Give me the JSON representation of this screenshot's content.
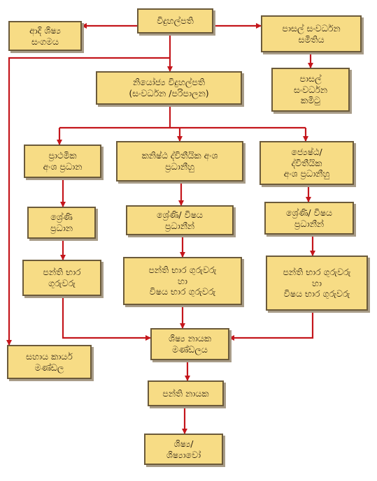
{
  "diagram": {
    "colors": {
      "box_fill": "#f7dc85",
      "box_border": "#6b5a3a",
      "connector": "#c4161c"
    },
    "nodes": {
      "principal": {
        "lines": [
          "විදුහල්පති"
        ]
      },
      "alumni": {
        "lines": [
          "ආදි ශිෂ්‍ය",
          "සංගමය"
        ]
      },
      "school_dev_society": {
        "lines": [
          "පාසල් සංවර්ධන",
          "සමිතිය"
        ]
      },
      "deputy_principal": {
        "lines": [
          "නියෝජ්‍ය විදුහල්පති",
          "(සංවර්ධන /පරිපාලන)"
        ]
      },
      "school_dev_committee": {
        "lines": [
          "පාසල්",
          "සංවර්ධන",
          "කමිටු"
        ]
      },
      "primary_head": {
        "lines": [
          "ප්‍රාථමික",
          "අංශ ප්‍රධාන"
        ]
      },
      "junior_secondary_heads": {
        "lines": [
          "කනිෂ්ඨ ද්විතීයික අංශ",
          "ප්‍රධානීහු"
        ]
      },
      "senior_secondary_heads": {
        "lines": [
          "ජ්‍යෙෂ්ඨ/",
          "ද්විතීයික",
          "අංශ ප්‍රධානීහු"
        ]
      },
      "grade_head": {
        "lines": [
          "ශ්‍රේණි",
          "ප්‍රධාන"
        ]
      },
      "grade_subject_heads_mid": {
        "lines": [
          "ශ්‍රේණි/ විෂය",
          "ප්‍රධානීන්"
        ]
      },
      "grade_subject_heads_right": {
        "lines": [
          "ශ්‍රේණි/ විෂය",
          "ප්‍රධානීන්"
        ]
      },
      "class_teachers": {
        "lines": [
          "පන්ති භාර",
          "ගුරුවරු"
        ]
      },
      "class_subject_teachers_mid": {
        "lines": [
          "පන්ති භාර ගුරුවරු",
          "හා",
          "විෂය භාර ගුරුවරු"
        ]
      },
      "class_subject_teachers_right": {
        "lines": [
          "පන්ති භාර ගුරුවරු",
          "හා",
          "විෂය භාර ගුරුවරු"
        ]
      },
      "prefects_board": {
        "lines": [
          "ශිෂ්‍ය නායක",
          "මණ්ඩලය"
        ]
      },
      "support_staff": {
        "lines": [
          "සහාය කාර්ය",
          "මණ්ඩල"
        ]
      },
      "class_monitors": {
        "lines": [
          "පන්ති නායක"
        ]
      },
      "students": {
        "lines": [
          "ශිෂ්‍ය/",
          "ශිෂ්‍යාවෝ"
        ]
      }
    }
  }
}
